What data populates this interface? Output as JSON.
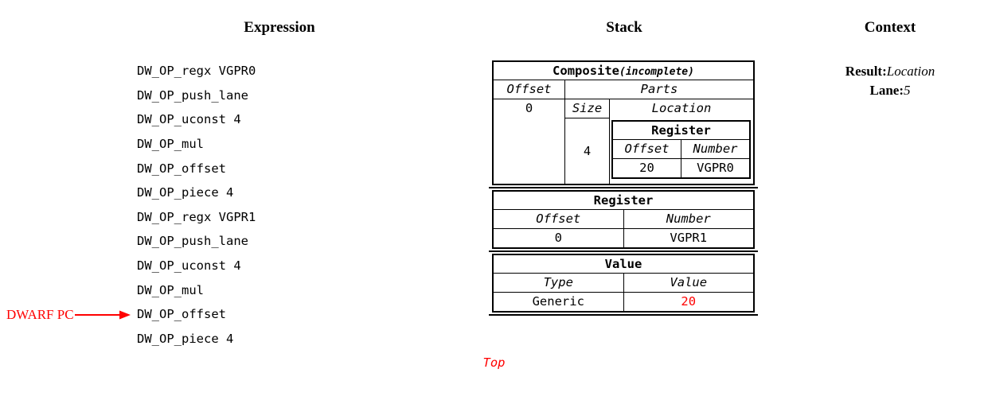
{
  "columns": {
    "expression_title": "Expression",
    "stack_title": "Stack",
    "context_title": "Context"
  },
  "expression": {
    "operations": [
      "DW_OP_regx VGPR0",
      "DW_OP_push_lane",
      "DW_OP_uconst 4",
      "DW_OP_mul",
      "DW_OP_offset",
      "DW_OP_piece 4",
      "DW_OP_regx VGPR1",
      "DW_OP_push_lane",
      "DW_OP_uconst 4",
      "DW_OP_mul",
      "DW_OP_offset",
      "DW_OP_piece 4"
    ],
    "pc_marker": {
      "label": "DWARF PC",
      "points_to_index": 10,
      "color": "#ff0000",
      "arrow_icon": "arrow-right-icon"
    }
  },
  "stack": {
    "entries": [
      {
        "kind": "composite",
        "title": "Composite",
        "title_suffix": "(incomplete)",
        "offset_header": "Offset",
        "offset_value": "0",
        "parts_header": "Parts",
        "size_header": "Size",
        "location_header": "Location",
        "part": {
          "size": "4",
          "location": {
            "title": "Register",
            "offset_header": "Offset",
            "number_header": "Number",
            "offset_value": "20",
            "number_value": "VGPR0"
          }
        }
      },
      {
        "kind": "register",
        "title": "Register",
        "col1_header": "Offset",
        "col2_header": "Number",
        "col1_value": "0",
        "col2_value": "VGPR1"
      },
      {
        "kind": "value",
        "title": "Value",
        "col1_header": "Type",
        "col2_header": "Value",
        "col1_value": "Generic",
        "col2_value": "20",
        "col2_value_color": "#ff0000"
      }
    ],
    "top_label": "Top",
    "top_label_color": "#ff0000"
  },
  "context": {
    "result_key": "Result:",
    "result_value": "Location",
    "lane_key": "Lane:",
    "lane_value": "5"
  }
}
